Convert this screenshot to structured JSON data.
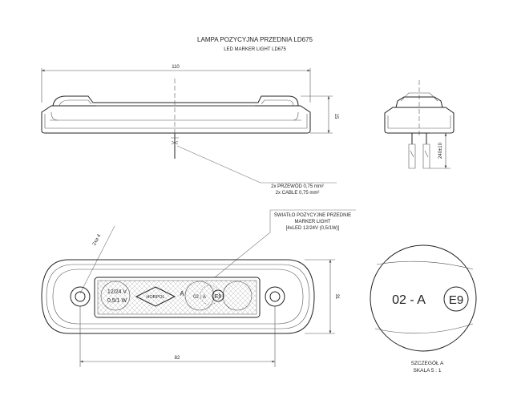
{
  "title": {
    "line1": "LAMPA POZYCYJNA PRZEDNIA LD675",
    "line2": "LED MARKER LIGHT LD675"
  },
  "dimensions": {
    "top_width": "110",
    "side_height": "15",
    "wire_length": "240±10",
    "front_width": "82",
    "front_height": "31",
    "hole": "2x⌀ 4"
  },
  "cable_note": {
    "line1": "2x PRZEWÓD 0,75 mm²",
    "line2": "2x CABLE 0,75 mm²"
  },
  "light_note": {
    "line1": "ŚWIATŁO POZYCYJNE PRZEDNIE",
    "line2": "MARKER LIGHT",
    "line3": "[4xLED 12/24V (0,5/1W)]"
  },
  "lens_marks": {
    "voltage": "12/24 V",
    "power": "0,5/1 W",
    "brand": "HORPOL",
    "class_code": "A",
    "approval": "02 - A",
    "e_mark": "E9"
  },
  "detail": {
    "approval": "02 - A",
    "e_mark": "E9",
    "label": "SZCZEGÓŁ A",
    "scale": "SKALA 5 : 1"
  }
}
